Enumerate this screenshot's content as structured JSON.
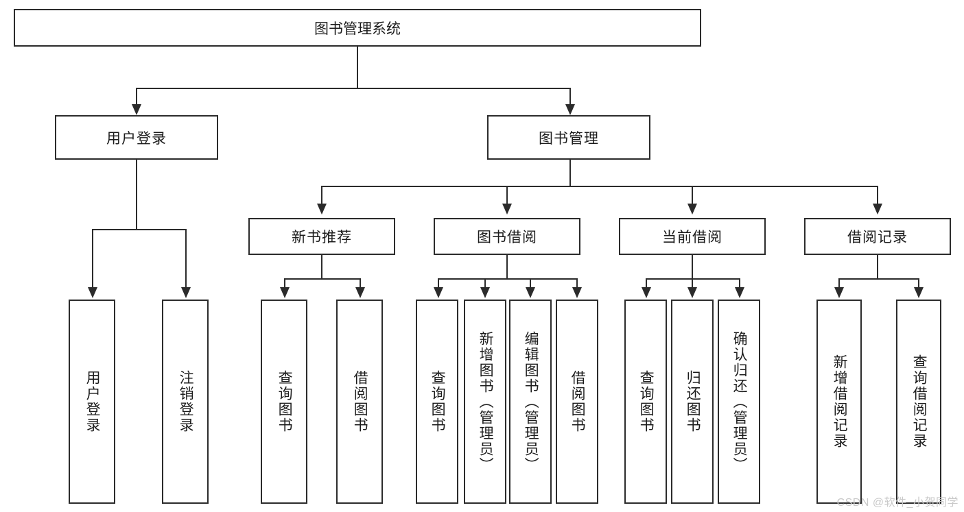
{
  "diagram": {
    "title": "图书管理系统",
    "type": "tree-hierarchy",
    "root": {
      "label": "图书管理系统"
    },
    "level1": [
      {
        "label": "用户登录"
      },
      {
        "label": "图书管理"
      }
    ],
    "level2": [
      {
        "label": "新书推荐"
      },
      {
        "label": "图书借阅"
      },
      {
        "label": "当前借阅"
      },
      {
        "label": "借阅记录"
      }
    ],
    "leaves": {
      "user_login": [
        {
          "label": "用户登录"
        },
        {
          "label": "注销登录"
        }
      ],
      "new_book_recommend": [
        {
          "label": "查询图书"
        },
        {
          "label": "借阅图书"
        }
      ],
      "book_borrow": [
        {
          "label": "查询图书"
        },
        {
          "label": "新增图书（管理员）"
        },
        {
          "label": "编辑图书（管理员）"
        },
        {
          "label": "借阅图书"
        }
      ],
      "current_borrow": [
        {
          "label": "查询图书"
        },
        {
          "label": "归还图书"
        },
        {
          "label": "确认归还（管理员）"
        }
      ],
      "borrow_record": [
        {
          "label": "新增借阅记录"
        },
        {
          "label": "查询借阅记录"
        }
      ]
    }
  },
  "watermark": {
    "text": "CSDN @软件_小贺同学"
  },
  "colors": {
    "stroke": "#2b2b2b",
    "background": "#ffffff",
    "text": "#1c1c1c",
    "watermark": "#c9c9c9"
  }
}
